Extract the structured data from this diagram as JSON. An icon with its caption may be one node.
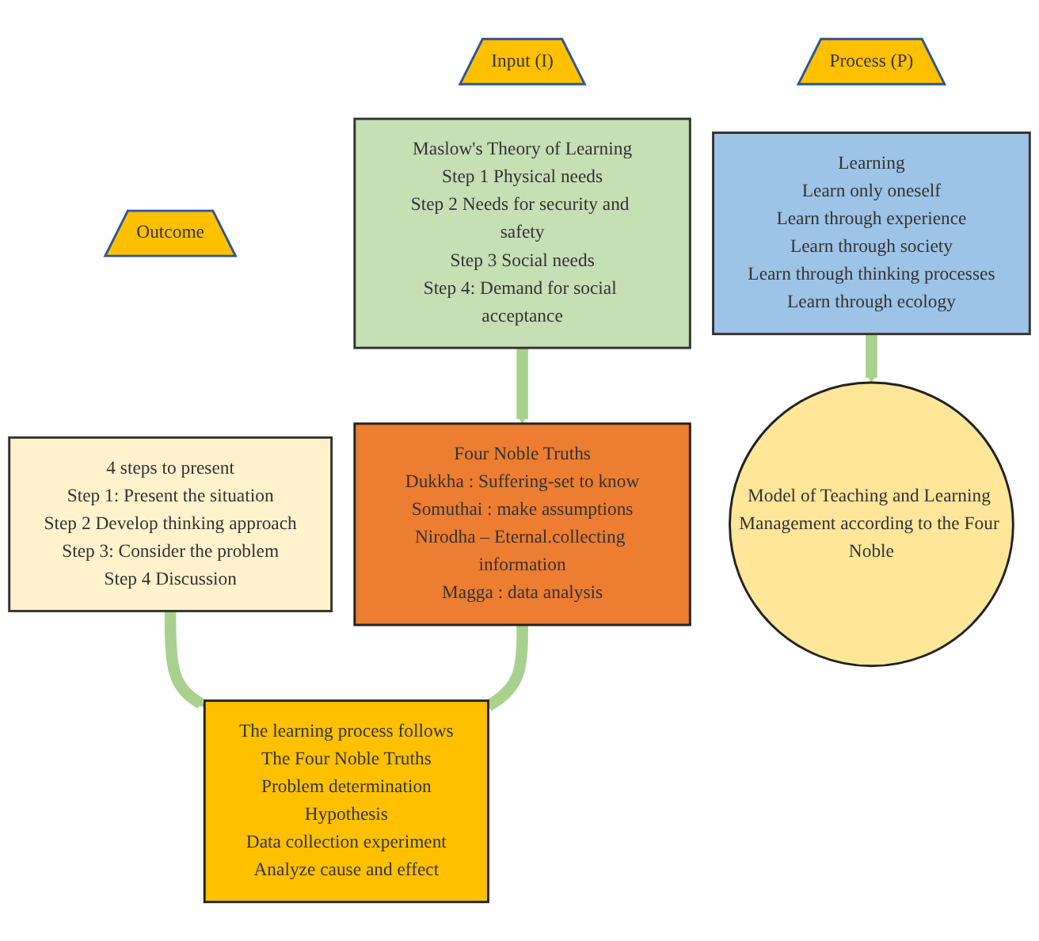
{
  "diagram": {
    "nodes": [
      {
        "text": [
          "Input (I)"
        ]
      },
      {
        "text": [
          "Process (P)"
        ]
      },
      {
        "text": [
          "Outcome"
        ]
      },
      {
        "text": [
          "Maslow's Theory of Learning",
          "Step 1 Physical needs",
          "Step 2 Needs for security and safety",
          "Step 3 Social needs",
          "Step 4: Demand for social acceptance"
        ]
      },
      {
        "text": [
          "Learning",
          "Learn only oneself",
          "Learn through experience",
          "Learn through society",
          "Learn through thinking processes",
          "Learn through ecology"
        ]
      },
      {
        "text": [
          "4 steps to present",
          "Step 1: Present the situation",
          "Step 2 Develop thinking approach",
          "Step 3: Consider the problem",
          "Step 4 Discussion"
        ]
      },
      {
        "text": [
          "Four Noble Truths",
          "Dukkha : Suffering-set to know",
          "Somuthai : make assumptions",
          "Nirodha – Eternal.collecting information",
          "Magga : data analysis"
        ]
      },
      {
        "text": [
          "Model of Teaching and Learning Management according to the Four Noble"
        ]
      },
      {
        "text": [
          "The learning process follows",
          "The Four Noble Truths",
          "Problem determination",
          "Hypothesis",
          "Data collection experiment",
          "Analyze cause and effect"
        ]
      }
    ],
    "edges": [
      {
        "from": 3,
        "to": 6,
        "arrow": "to"
      },
      {
        "from": 4,
        "to": 7,
        "arrow": "to"
      },
      {
        "from": 5,
        "to": 8,
        "arrow": "to"
      },
      {
        "from": 6,
        "to": 8,
        "arrow": "none"
      }
    ]
  }
}
